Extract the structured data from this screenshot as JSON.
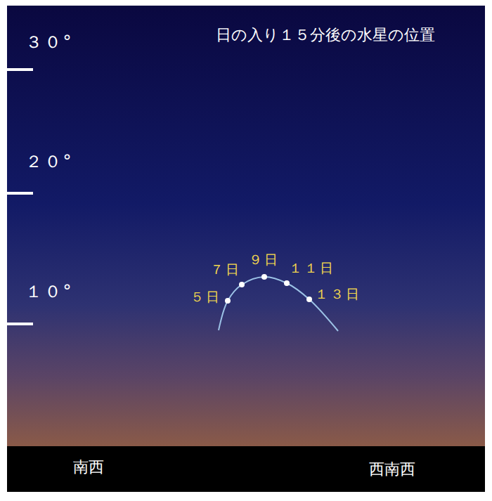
{
  "diagram": {
    "title": "日の入り１５分後の水星の位置",
    "labels": [
      "３０°",
      "２０°",
      "１０°",
      "５日",
      "７日",
      "９日",
      "１１日",
      "１３日",
      "南西",
      "西南西"
    ]
  }
}
